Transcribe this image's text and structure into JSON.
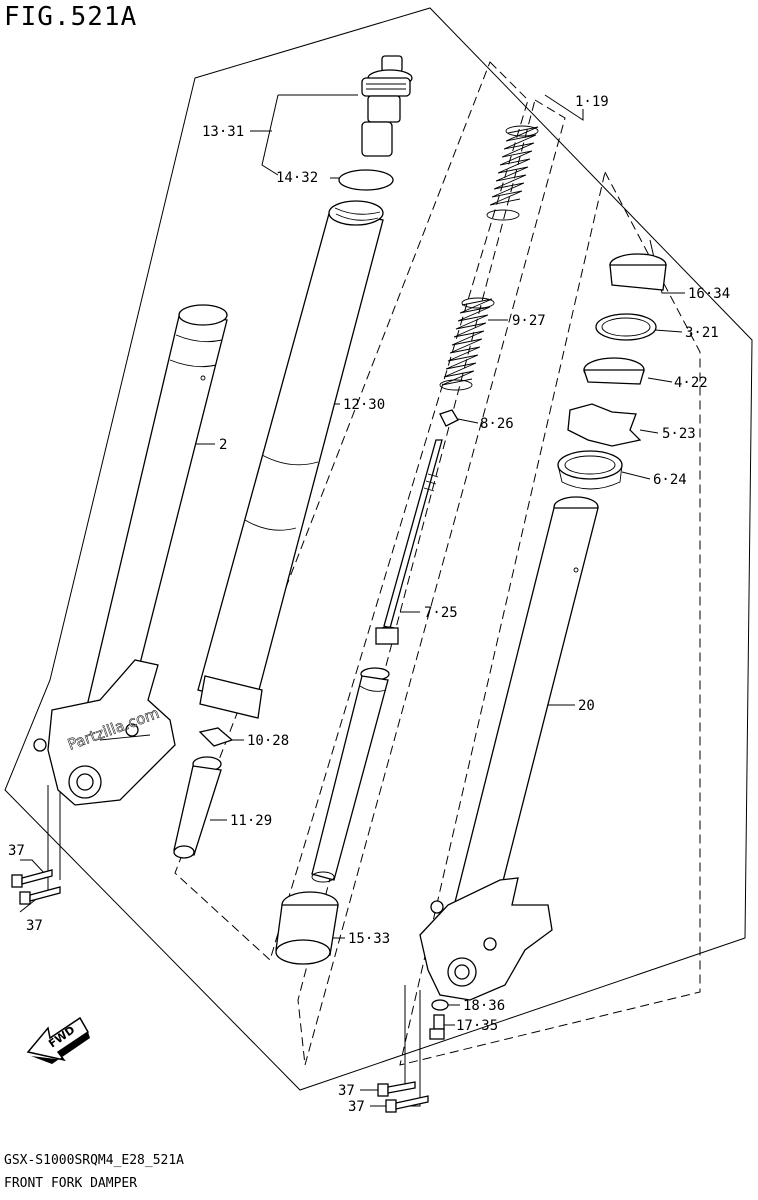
{
  "figure_title": "FIG.521A",
  "model_code": "GSX-S1000SRQM4_E28_521A",
  "description": "FRONT FORK DAMPER",
  "watermark": "Partzilla.com",
  "fwd_label": "FWD",
  "callouts": {
    "c_1_19": "1·19",
    "c_13_31": "13·31",
    "c_14_32": "14·32",
    "c_9_27": "9·27",
    "c_16_34": "16·34",
    "c_3_21": "3·21",
    "c_4_22": "4·22",
    "c_8_26": "8·26",
    "c_5_23": "5·23",
    "c_6_24": "6·24",
    "c_2": "2",
    "c_12_30": "12·30",
    "c_7_25": "7·25",
    "c_20": "20",
    "c_10_28": "10·28",
    "c_11_29": "11·29",
    "c_15_33": "15·33",
    "c_18_36": "18·36",
    "c_17_35": "17·35",
    "c_37_a": "37",
    "c_37_b": "37",
    "c_37_c": "37",
    "c_37_d": "37"
  }
}
